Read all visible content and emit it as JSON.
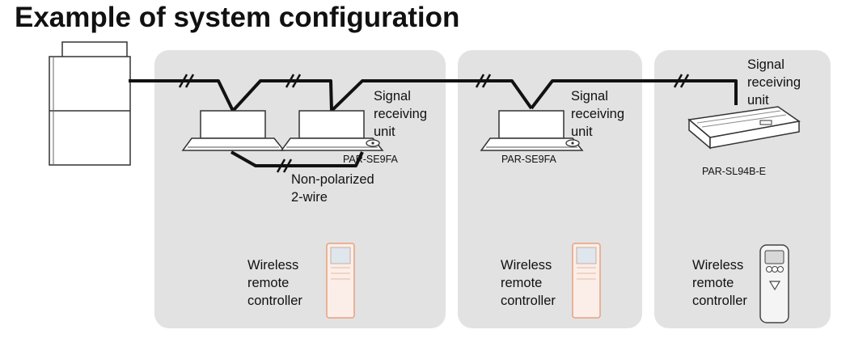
{
  "title": "Example of system configuration",
  "groups": [
    {
      "signal_lines": [
        "Signal",
        "receiving",
        "unit"
      ],
      "model": "PAR-SE9FA",
      "wiring_lines": [
        "Non-polarized",
        "2-wire"
      ],
      "remote_lines": [
        "Wireless",
        "remote",
        "controller"
      ]
    },
    {
      "signal_lines": [
        "Signal",
        "receiving",
        "unit"
      ],
      "model": "PAR-SE9FA",
      "remote_lines": [
        "Wireless",
        "remote",
        "controller"
      ]
    },
    {
      "signal_lines": [
        "Signal",
        "receiving",
        "unit"
      ],
      "model": "PAR-SL94B-E",
      "remote_lines": [
        "Wireless",
        "remote",
        "controller"
      ]
    }
  ],
  "colors": {
    "panel": "#e2e2e2",
    "line": "#111111",
    "remote_accent": "#e8a080"
  }
}
